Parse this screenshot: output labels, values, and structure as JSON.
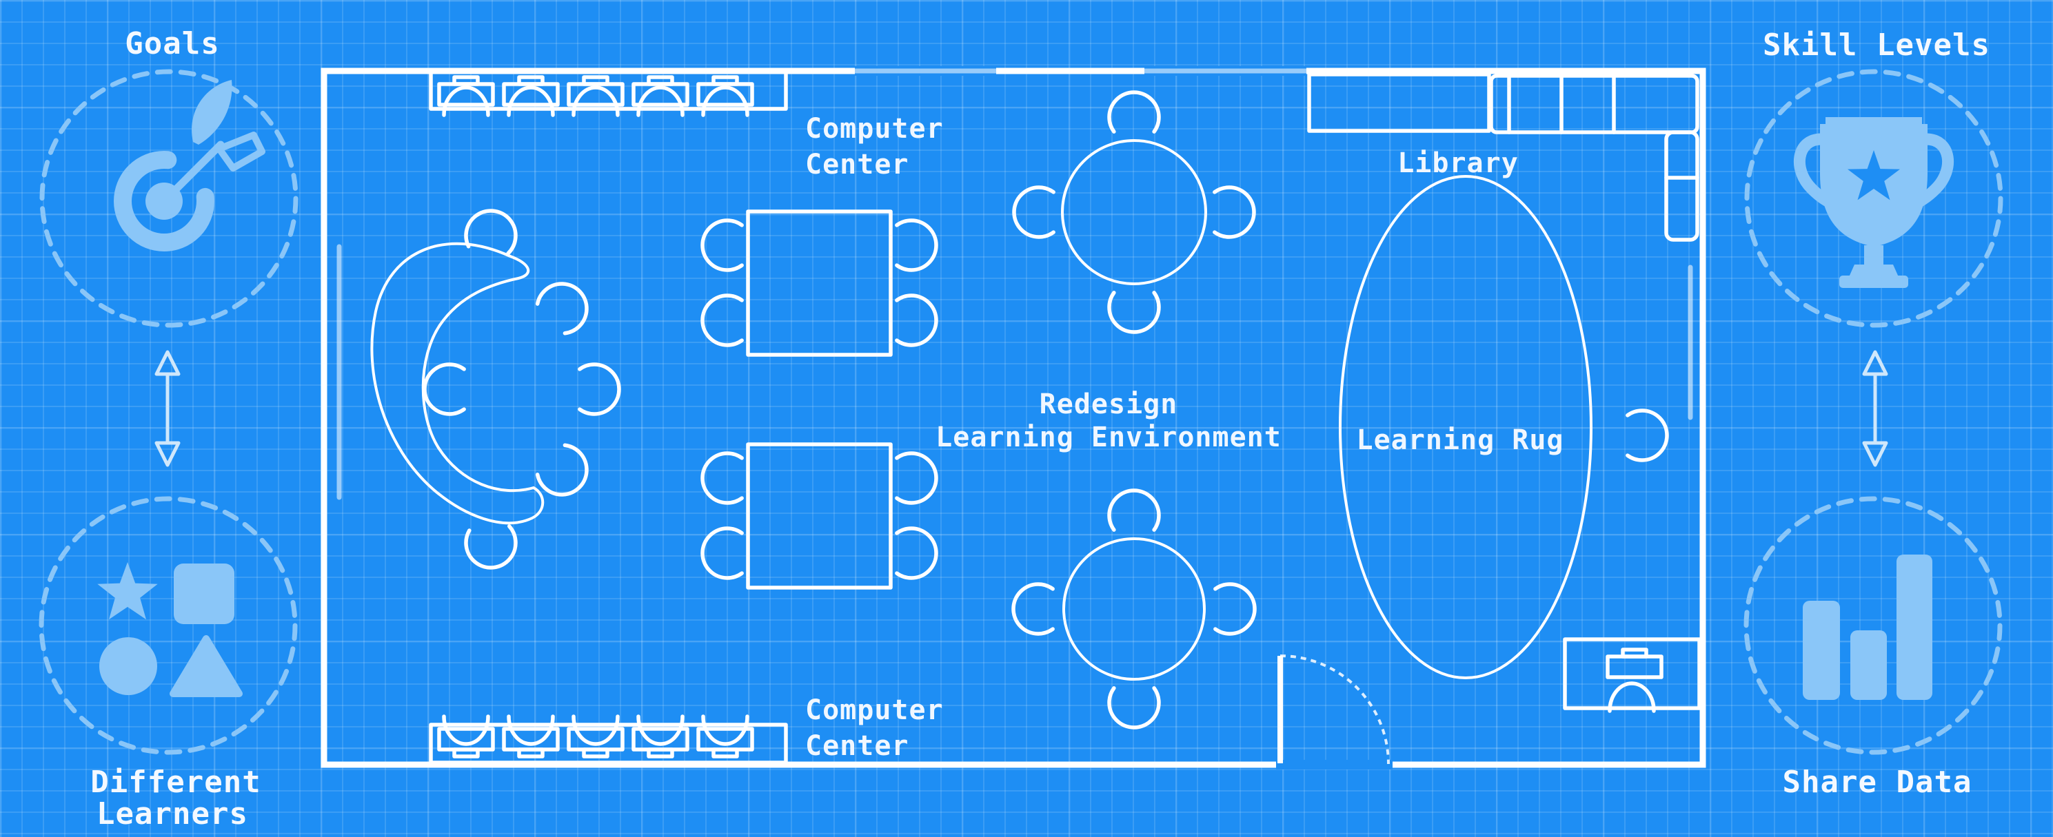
{
  "palette": {
    "background": "#1e8ef4",
    "grid_line": "rgba(255,255,255,0.13)",
    "wall_line": "#ffffff",
    "accent_light_blue": "#8ac6f8",
    "label_text": "#f4f9ff"
  },
  "goals": {
    "label": "Goals",
    "icon": "target-icon"
  },
  "different_learners": {
    "label_line1": "Different",
    "label_line2": "Learners",
    "icon": "shapes-icon"
  },
  "skill_levels": {
    "label": "Skill Levels",
    "icon": "trophy-icon"
  },
  "share_data": {
    "label": "Share Data",
    "icon": "bar-chart-icon"
  },
  "floor_plan": {
    "title_line1": "Redesign",
    "title_line2": "Learning Environment",
    "computer_center_top": {
      "line1": "Computer",
      "line2": "Center",
      "stations": 5
    },
    "computer_center_bottom": {
      "line1": "Computer",
      "line2": "Center",
      "stations": 5
    },
    "library": {
      "label": "Library"
    },
    "learning_rug": {
      "label": "Learning Rug"
    }
  }
}
